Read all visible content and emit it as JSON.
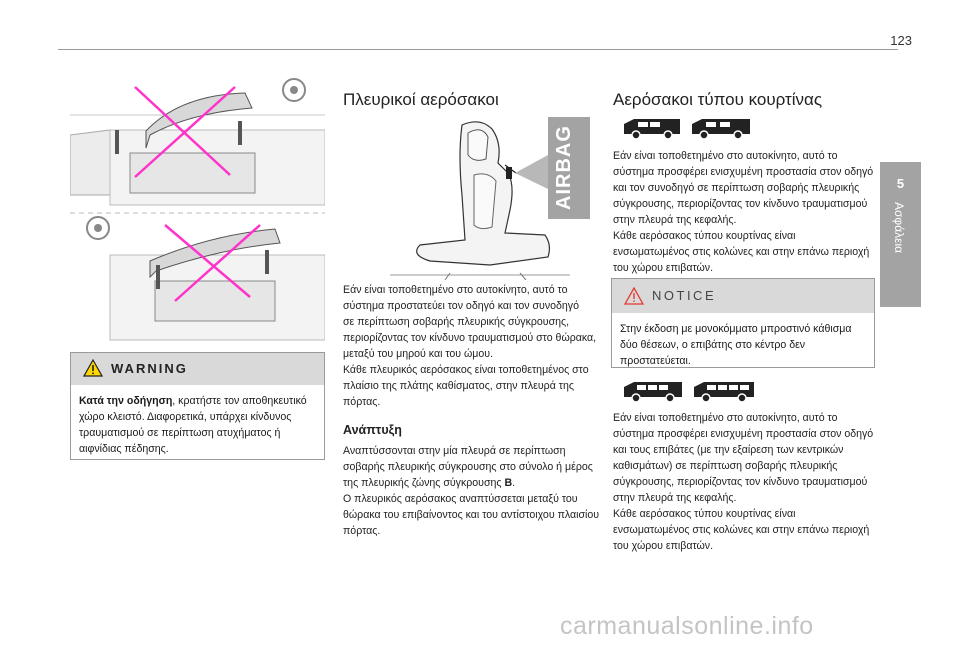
{
  "page_number": "123",
  "side_tab": {
    "number": "5",
    "label": "Ασφάλεια"
  },
  "warning": {
    "title": "WARNING",
    "lead": "Κατά την οδήγηση",
    "lines": [
      ", κρατήστε τον αποθηκευτικό",
      "χώρο κλειστό. Διαφορετικά, υπάρχει κίνδυνος",
      "τραυματισμού σε περίπτωση ατυχήματος ή",
      "αιφνίδιας πέδησης."
    ]
  },
  "side_airbags": {
    "heading": "Πλευρικοί αερόσακοι",
    "airbag_label": "AIRBAG",
    "lines": [
      "Εάν είναι τοποθετημένο στο αυτοκίνητο, αυτό το",
      "σύστημα προστατεύει τον οδηγό και τον συνοδηγό",
      "σε περίπτωση σοβαρής πλευρικής σύγκρουσης,",
      "περιορίζοντας τον κίνδυνο τραυματισμού στο θώρακα,",
      "μεταξύ του μηρού και του ώμου.",
      "Κάθε πλευρικός αερόσακος είναι τοποθετημένος στο",
      "πλαίσιο της πλάτης καθίσματος, στην πλευρά της",
      "πόρτας."
    ],
    "subheading": "Ανάπτυξη",
    "deploy_lines": [
      "Αναπτύσσονται στην μία πλευρά σε περίπτωση",
      "σοβαρής πλευρικής σύγκρουσης στο σύνολο ή μέρος",
      "της πλευρικής ζώνης σύγκρουσης ",
      "B",
      ".",
      "Ο πλευρικός αερόσακος αναπτύσσεται μεταξύ του",
      "θώρακα του επιβαίνοντος και του αντίστοιχου πλαισίου",
      "πόρτας."
    ]
  },
  "curtain_airbags": {
    "heading": "Αερόσακοι τύπου κουρτίνας",
    "lines_a": [
      "Εάν είναι τοποθετημένο στο αυτοκίνητο, αυτό το",
      "σύστημα προσφέρει ενισχυμένη προστασία στον οδηγό",
      "και τον συνοδηγό σε περίπτωση σοβαρής πλευρικής",
      "σύγκρουσης, περιορίζοντας τον κίνδυνο τραυματισμού",
      "στην πλευρά της κεφαλής.",
      "Κάθε αερόσακος τύπου κουρτίνας είναι",
      "ενσωματωμένος στις κολώνες και στην επάνω περιοχή",
      "του χώρου επιβατών."
    ],
    "notice": {
      "title": "NOTICE",
      "lines": [
        "Στην έκδοση με μονοκόμματο μπροστινό κάθισμα",
        "δύο θέσεων, ο επιβάτης στο κέντρο δεν",
        "προστατεύεται."
      ]
    },
    "lines_b": [
      "Εάν είναι τοποθετημένο στο αυτοκίνητο, αυτό το",
      "σύστημα προσφέρει ενισχυμένη προστασία στον οδηγό",
      "και τους επιβάτες (με την εξαίρεση των κεντρικών",
      "καθισμάτων) σε περίπτωση σοβαρής πλευρικής",
      "σύγκρουσης, περιορίζοντας τον κίνδυνο τραυματισμού",
      "στην πλευρά της κεφαλής.",
      "Κάθε αερόσακος τύπου κουρτίνας είναι",
      "ενσωματωμένος στις κολώνες και στην επάνω περιοχή",
      "του χώρου επιβατών."
    ]
  },
  "watermark": "carmanualsonline.info",
  "colors": {
    "magenta_cross": "#ff33cc",
    "warning_yellow": "#ffd600",
    "notice_red": "#e53935",
    "tab_gray": "#a3a3a3"
  }
}
